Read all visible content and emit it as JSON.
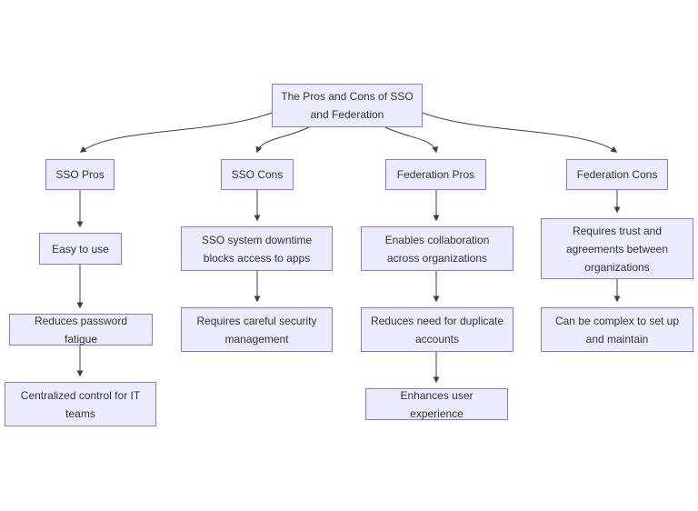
{
  "diagram": {
    "type": "flowchart",
    "direction": "top-down",
    "colors": {
      "node_fill": "#ECECFF",
      "node_border": "#9370DB",
      "edge": "#3f3f3f",
      "text": "#333333",
      "background": "#ffffff"
    },
    "nodes": {
      "root": {
        "label": "The Pros and Cons of SSO and Federation"
      },
      "sso_pros": {
        "label": "SSO Pros"
      },
      "sso_cons": {
        "label": "SSO Cons"
      },
      "federation_pros": {
        "label": "Federation Pros"
      },
      "federation_cons": {
        "label": "Federation Cons"
      },
      "easy_to_use": {
        "label": "Easy to use"
      },
      "downtime": {
        "label": "SSO system downtime blocks access to apps"
      },
      "collaboration": {
        "label": "Enables collaboration across organizations"
      },
      "trust": {
        "label": "Requires trust and agreements between organizations"
      },
      "fatigue": {
        "label": "Reduces password fatigue"
      },
      "security": {
        "label": "Requires careful security management"
      },
      "duplicate": {
        "label": "Reduces need for duplicate accounts"
      },
      "complex": {
        "label": "Can be complex to set up and maintain"
      },
      "central_control": {
        "label": "Centralized control for IT teams"
      },
      "experience": {
        "label": "Enhances user experience"
      }
    },
    "edges": [
      {
        "from": "root",
        "to": "sso_pros"
      },
      {
        "from": "root",
        "to": "sso_cons"
      },
      {
        "from": "root",
        "to": "federation_pros"
      },
      {
        "from": "root",
        "to": "federation_cons"
      },
      {
        "from": "sso_pros",
        "to": "easy_to_use"
      },
      {
        "from": "easy_to_use",
        "to": "fatigue"
      },
      {
        "from": "fatigue",
        "to": "central_control"
      },
      {
        "from": "sso_cons",
        "to": "downtime"
      },
      {
        "from": "downtime",
        "to": "security"
      },
      {
        "from": "federation_pros",
        "to": "collaboration"
      },
      {
        "from": "collaboration",
        "to": "duplicate"
      },
      {
        "from": "duplicate",
        "to": "experience"
      },
      {
        "from": "federation_cons",
        "to": "trust"
      },
      {
        "from": "trust",
        "to": "complex"
      }
    ]
  }
}
